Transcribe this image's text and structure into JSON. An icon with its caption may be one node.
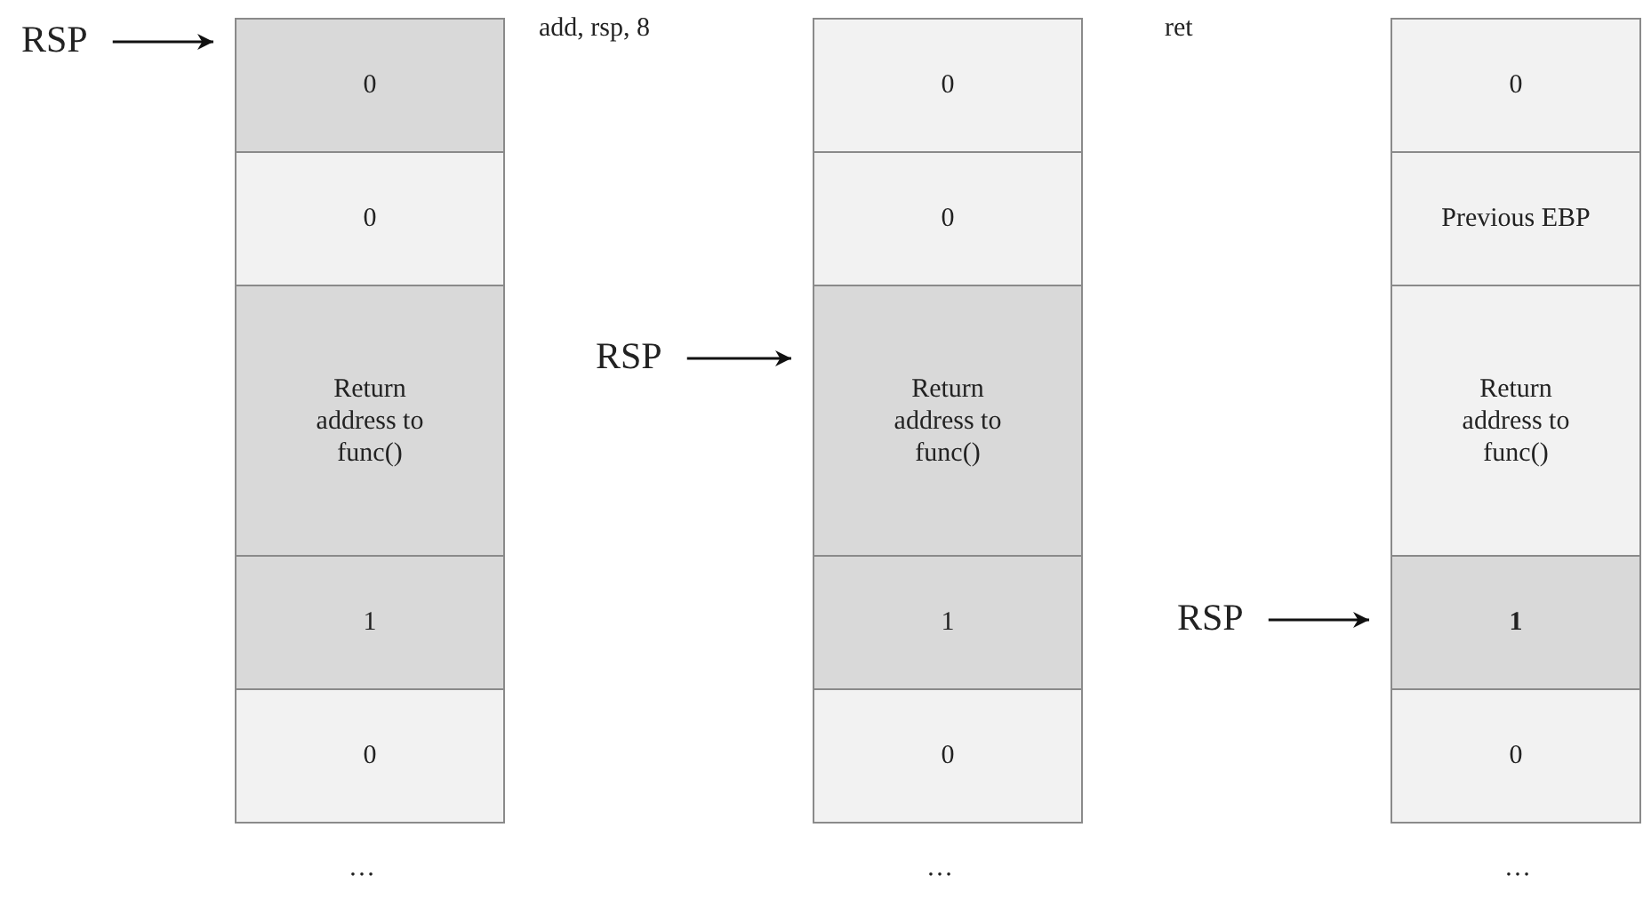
{
  "diagram": {
    "nodes": [
      {
        "text": [
          "RSP"
        ]
      },
      {
        "text": [
          "0"
        ]
      },
      {
        "text": [
          "0"
        ]
      },
      {
        "text": [
          "Return address to func()"
        ]
      },
      {
        "text": [
          "1"
        ]
      },
      {
        "text": [
          "0"
        ]
      },
      {
        "text": [
          "RSP"
        ]
      },
      {
        "text": [
          "0"
        ]
      },
      {
        "text": [
          "0"
        ]
      },
      {
        "text": [
          "Return address to func()"
        ]
      },
      {
        "text": [
          "1"
        ]
      },
      {
        "text": [
          "0"
        ]
      },
      {
        "text": [
          "RSP"
        ]
      },
      {
        "text": [
          "0"
        ]
      },
      {
        "text": [
          "Previous EBP"
        ]
      },
      {
        "text": [
          "Return address to func()"
        ]
      },
      {
        "text": [
          "1"
        ]
      },
      {
        "text": [
          "0"
        ]
      }
    ],
    "edges": [
      {
        "from": 0,
        "to": 1,
        "arrow": "to"
      },
      {
        "from": 6,
        "to": 9,
        "arrow": "to"
      },
      {
        "from": 12,
        "to": 16,
        "arrow": "to"
      }
    ],
    "labels": [
      "add, rsp, 8",
      "ret",
      "…",
      "…",
      "…"
    ]
  }
}
